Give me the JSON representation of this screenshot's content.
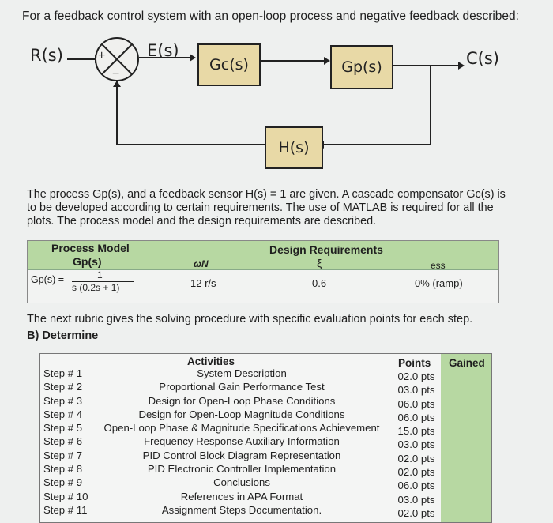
{
  "intro": "For a feedback control system with an open-loop process and negative feedback described:",
  "diagram": {
    "input": "R(s)",
    "error": "E(s)",
    "output": "C(s)",
    "plus": "+",
    "minus": "−",
    "controller": "Gc(s)",
    "process": "Gp(s)",
    "sensor": "H(s)"
  },
  "paragraph": "The process Gp(s), and a feedback sensor H(s) = 1 are given. A cascade compensator Gc(s) is to be developed according to certain requirements. The use of MATLAB is required for all the plots. The process model and the design requirements are described.",
  "spec_table": {
    "process_model_label": "Process Model",
    "gp_label": "Gp(s)",
    "design_req_label": "Design Requirements",
    "wn_symbol": "ωN",
    "zeta_symbol": "ξ",
    "ess_label": "ess",
    "gp_lhs": "Gp(s) =",
    "gp_num": "1",
    "gp_den": "s (0.2s + 1)",
    "wn_value": "12 r/s",
    "zeta_value": "0.6",
    "ess_value": "0% (ramp)"
  },
  "rubric_note": "The next rubric gives the solving procedure with specific evaluation points for each step.",
  "determine_label": "B) Determine",
  "steps_table": {
    "activities_header": "Activities",
    "points_header": "Points",
    "gained_header": "Gained",
    "rows": [
      {
        "step": "Step # 1",
        "activity": "System Description",
        "points": "02.0 pts"
      },
      {
        "step": "Step # 2",
        "activity": "Proportional Gain Performance Test",
        "points": "03.0 pts"
      },
      {
        "step": "Step # 3",
        "activity": "Design for Open-Loop Phase Conditions",
        "points": "06.0 pts"
      },
      {
        "step": "Step # 4",
        "activity": "Design for Open-Loop Magnitude Conditions",
        "points": "06.0 pts"
      },
      {
        "step": "Step # 5",
        "activity": "Open-Loop Phase & Magnitude Specifications Achievement",
        "points": "15.0 pts"
      },
      {
        "step": "Step # 6",
        "activity": "Frequency Response Auxiliary Information",
        "points": "03.0 pts"
      },
      {
        "step": "Step # 7",
        "activity": "PID Control Block Diagram Representation",
        "points": "02.0 pts"
      },
      {
        "step": "Step # 8",
        "activity": "PID Electronic Controller Implementation",
        "points": "02.0 pts"
      },
      {
        "step": "Step # 9",
        "activity": "Conclusions",
        "points": "06.0 pts"
      },
      {
        "step": "Step # 10",
        "activity": "References in APA Format",
        "points": "03.0 pts"
      },
      {
        "step": "Step # 11",
        "activity": "Assignment Steps Documentation.",
        "points": "02.0 pts"
      }
    ]
  }
}
